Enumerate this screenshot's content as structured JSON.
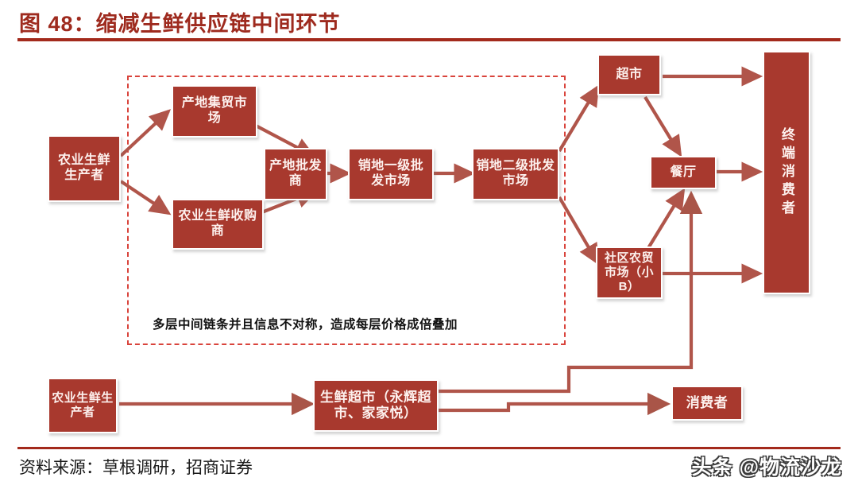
{
  "header": {
    "title": "图 48：缩减生鲜供应链中间环节"
  },
  "footer": {
    "source": "资料来源：草根调研，招商证券",
    "watermark": "头条 @物流沙龙"
  },
  "colors": {
    "accent": "#a32a1c",
    "node_fill": "#a8392e",
    "node_text": "#fdf1ee",
    "dash_border": "#d9443c",
    "arrow": "#b0554a"
  },
  "diagram": {
    "caption": "多层中间链条并且信息不对称，造成每层价格成倍叠加",
    "nodes": {
      "producer_top": "农业生鲜生产者",
      "origin_fair_market": "产地集贸市场",
      "agri_buyer": "农业生鲜收购商",
      "origin_wholesaler": "产地批发商",
      "sales_primary_wholesale": "销地一级批发市场",
      "sales_secondary_wholesale": "销地二级批发市场",
      "supermarket": "超市",
      "restaurant": "餐厅",
      "community_market": "社区农贸市场（小B）",
      "end_consumer": "终端消费者",
      "producer_bottom": "农业生鲜生产者",
      "fresh_supermarket": "生鲜超市（永辉超市、家家悦）",
      "consumer": "消费者"
    }
  }
}
